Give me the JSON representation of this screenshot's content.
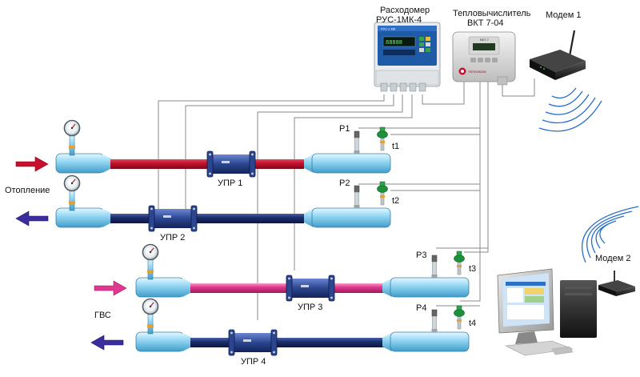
{
  "devices": {
    "flowmeter": {
      "title_line1": "Расходомер",
      "title_line2": "РУС-1МК-4",
      "panel_label": "РУС-1 МК"
    },
    "calculator": {
      "title_line1": "Тепловычислитель",
      "title_line2": "ВКТ 7-04",
      "panel_label": "ВКТ-7"
    },
    "modem1": {
      "label": "Модем 1"
    },
    "modem2": {
      "label": "Модем 2"
    }
  },
  "circuits": {
    "heating": {
      "label": "Отопление"
    },
    "hot_water": {
      "label": "ГВС"
    }
  },
  "flow_sensors": [
    "УПР 1",
    "УПР 2",
    "УПР 3",
    "УПР 4"
  ],
  "pressure_sensors": [
    "P1",
    "P2",
    "P3",
    "P4"
  ],
  "temperature_sensors": [
    "t1",
    "t2",
    "t3",
    "t4"
  ],
  "colors": {
    "supply_heating": "#c8102e",
    "return": "#1c2e6e",
    "supply_hot_water": "#e0388f",
    "pipe_light": "#8fd3f4",
    "arrow_in_heating": "#c8102e",
    "arrow_out": "#3a2e9e",
    "arrow_in_hot_water": "#e0388f",
    "wire": "#8a8a8a"
  }
}
